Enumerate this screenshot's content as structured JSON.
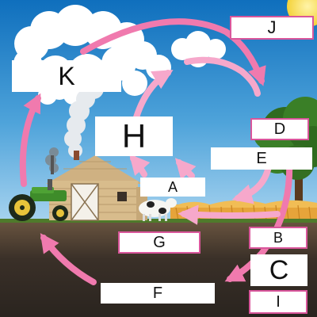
{
  "diagram": {
    "labels": {
      "K": "K",
      "J": "J",
      "H": "H",
      "D": "D",
      "E": "E",
      "A": "A",
      "G": "G",
      "B": "B",
      "C": "C",
      "F": "F",
      "I": "I"
    },
    "icons": [
      "sun-icon",
      "cloud-icon",
      "smoke-icon",
      "barn-icon",
      "tractor-icon",
      "cow-icon",
      "tree-icon",
      "wheat-icon"
    ],
    "colors": {
      "arrow": "#f07aae",
      "arrow_light": "#f6a8cb",
      "sky": "#3d96d3",
      "soil": "#3a3028",
      "label_border": "#d9569b"
    }
  }
}
